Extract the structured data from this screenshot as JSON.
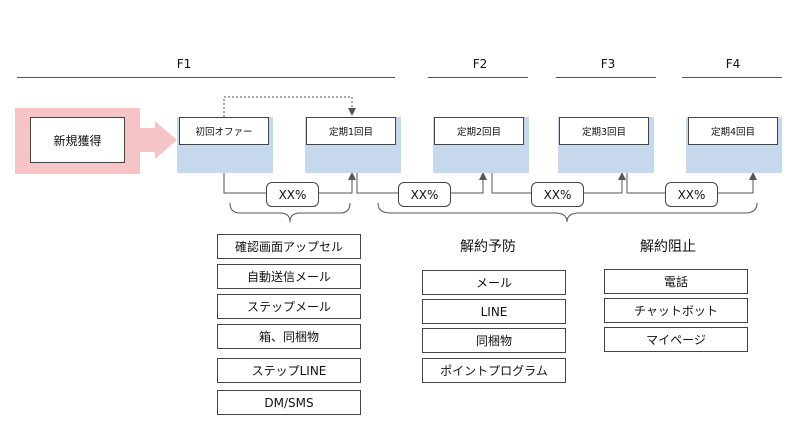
{
  "phases": [
    "F1",
    "F2",
    "F3",
    "F4"
  ],
  "acquisition": {
    "label": "新規獲得"
  },
  "stages": [
    "初回オファー",
    "定期1回目",
    "定期2回目",
    "定期3回目",
    "定期4回目"
  ],
  "conversion_rates": [
    "XX%",
    "XX%",
    "XX%",
    "XX%"
  ],
  "groups": {
    "first_purchase": {
      "title": "",
      "items": [
        "確認画面アップセル",
        "自動送信メール",
        "ステップメール",
        "箱、同梱物",
        "ステップLINE",
        "DM/SMS"
      ]
    },
    "churn_prevention": {
      "title": "解約予防",
      "items": [
        "メール",
        "LINE",
        "同梱物",
        "ポイントプログラム"
      ]
    },
    "churn_block": {
      "title": "解約阻止",
      "items": [
        "電話",
        "チャットボット",
        "マイページ"
      ]
    }
  },
  "colors": {
    "acquisition_bg": "#f4c4c6",
    "stage_bg": "#c6d9ec",
    "line": "#555555"
  }
}
